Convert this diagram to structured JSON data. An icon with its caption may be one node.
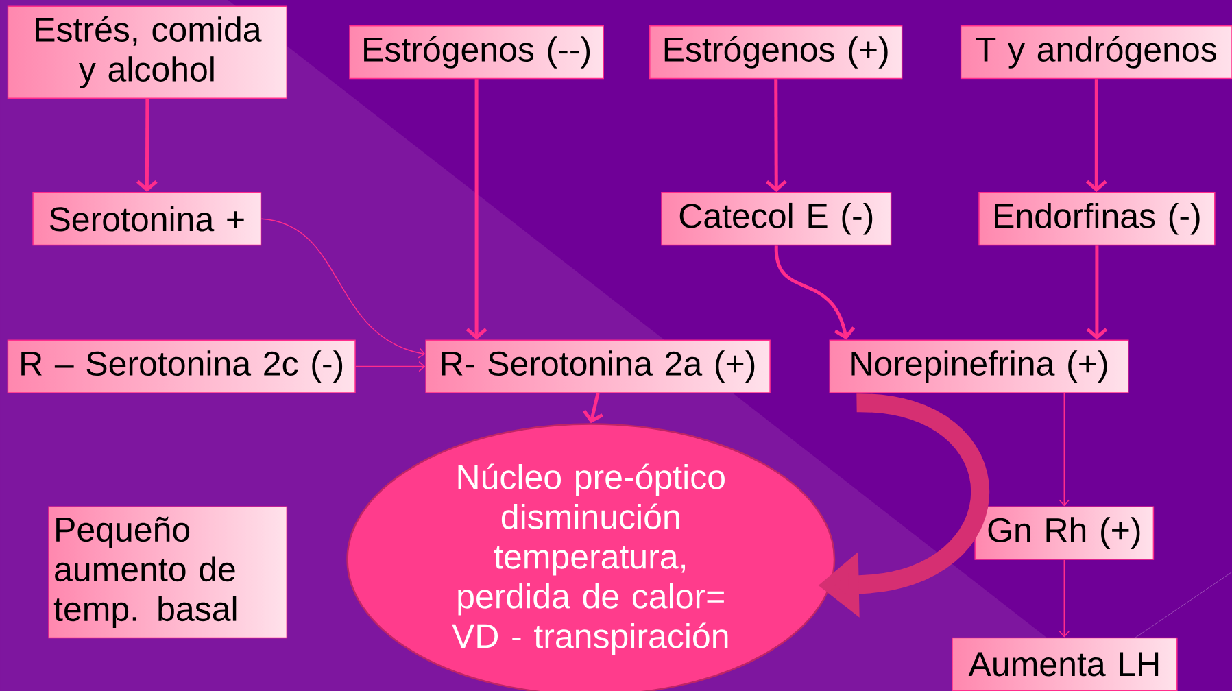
{
  "diagram": {
    "nodes": [
      {
        "text": [
          "Estrés, comida y alcohol"
        ]
      },
      {
        "text": [
          "Estrógenos (--)"
        ]
      },
      {
        "text": [
          "Estrógenos (+)"
        ]
      },
      {
        "text": [
          "T y andrógenos"
        ]
      },
      {
        "text": [
          "Serotonina +"
        ]
      },
      {
        "text": [
          "Catecol E (-)"
        ]
      },
      {
        "text": [
          "Endorfinas (-)"
        ]
      },
      {
        "text": [
          "R – Serotonina 2c (-)"
        ]
      },
      {
        "text": [
          "R- Serotonina 2a (+)"
        ]
      },
      {
        "text": [
          "Norepinefrina (+)"
        ]
      },
      {
        "text": [
          "Núcleo pre-óptico disminución temperatura, perdida de calor= VD - transpiración"
        ]
      },
      {
        "text": [
          "Pequeño aumento de temp. basal"
        ]
      },
      {
        "text": [
          "Gn Rh (+)"
        ]
      },
      {
        "text": [
          "Aumenta LH"
        ]
      }
    ],
    "edges": [
      {
        "from": 0,
        "to": 4,
        "arrow": "to"
      },
      {
        "from": 1,
        "to": 8,
        "arrow": "to"
      },
      {
        "from": 2,
        "to": 5,
        "arrow": "to"
      },
      {
        "from": 3,
        "to": 6,
        "arrow": "to"
      },
      {
        "from": 4,
        "to": 8,
        "arrow": "to"
      },
      {
        "from": 7,
        "to": 8,
        "arrow": "to"
      },
      {
        "from": 5,
        "to": 9,
        "arrow": "to"
      },
      {
        "from": 6,
        "to": 9,
        "arrow": "to"
      },
      {
        "from": 8,
        "to": 10,
        "arrow": "to"
      },
      {
        "from": 9,
        "to": 10,
        "arrow": "to",
        "style": "thick",
        "color": "#d62f72"
      },
      {
        "from": 9,
        "to": 12,
        "arrow": "to"
      },
      {
        "from": 12,
        "to": 13,
        "arrow": "to"
      }
    ]
  }
}
